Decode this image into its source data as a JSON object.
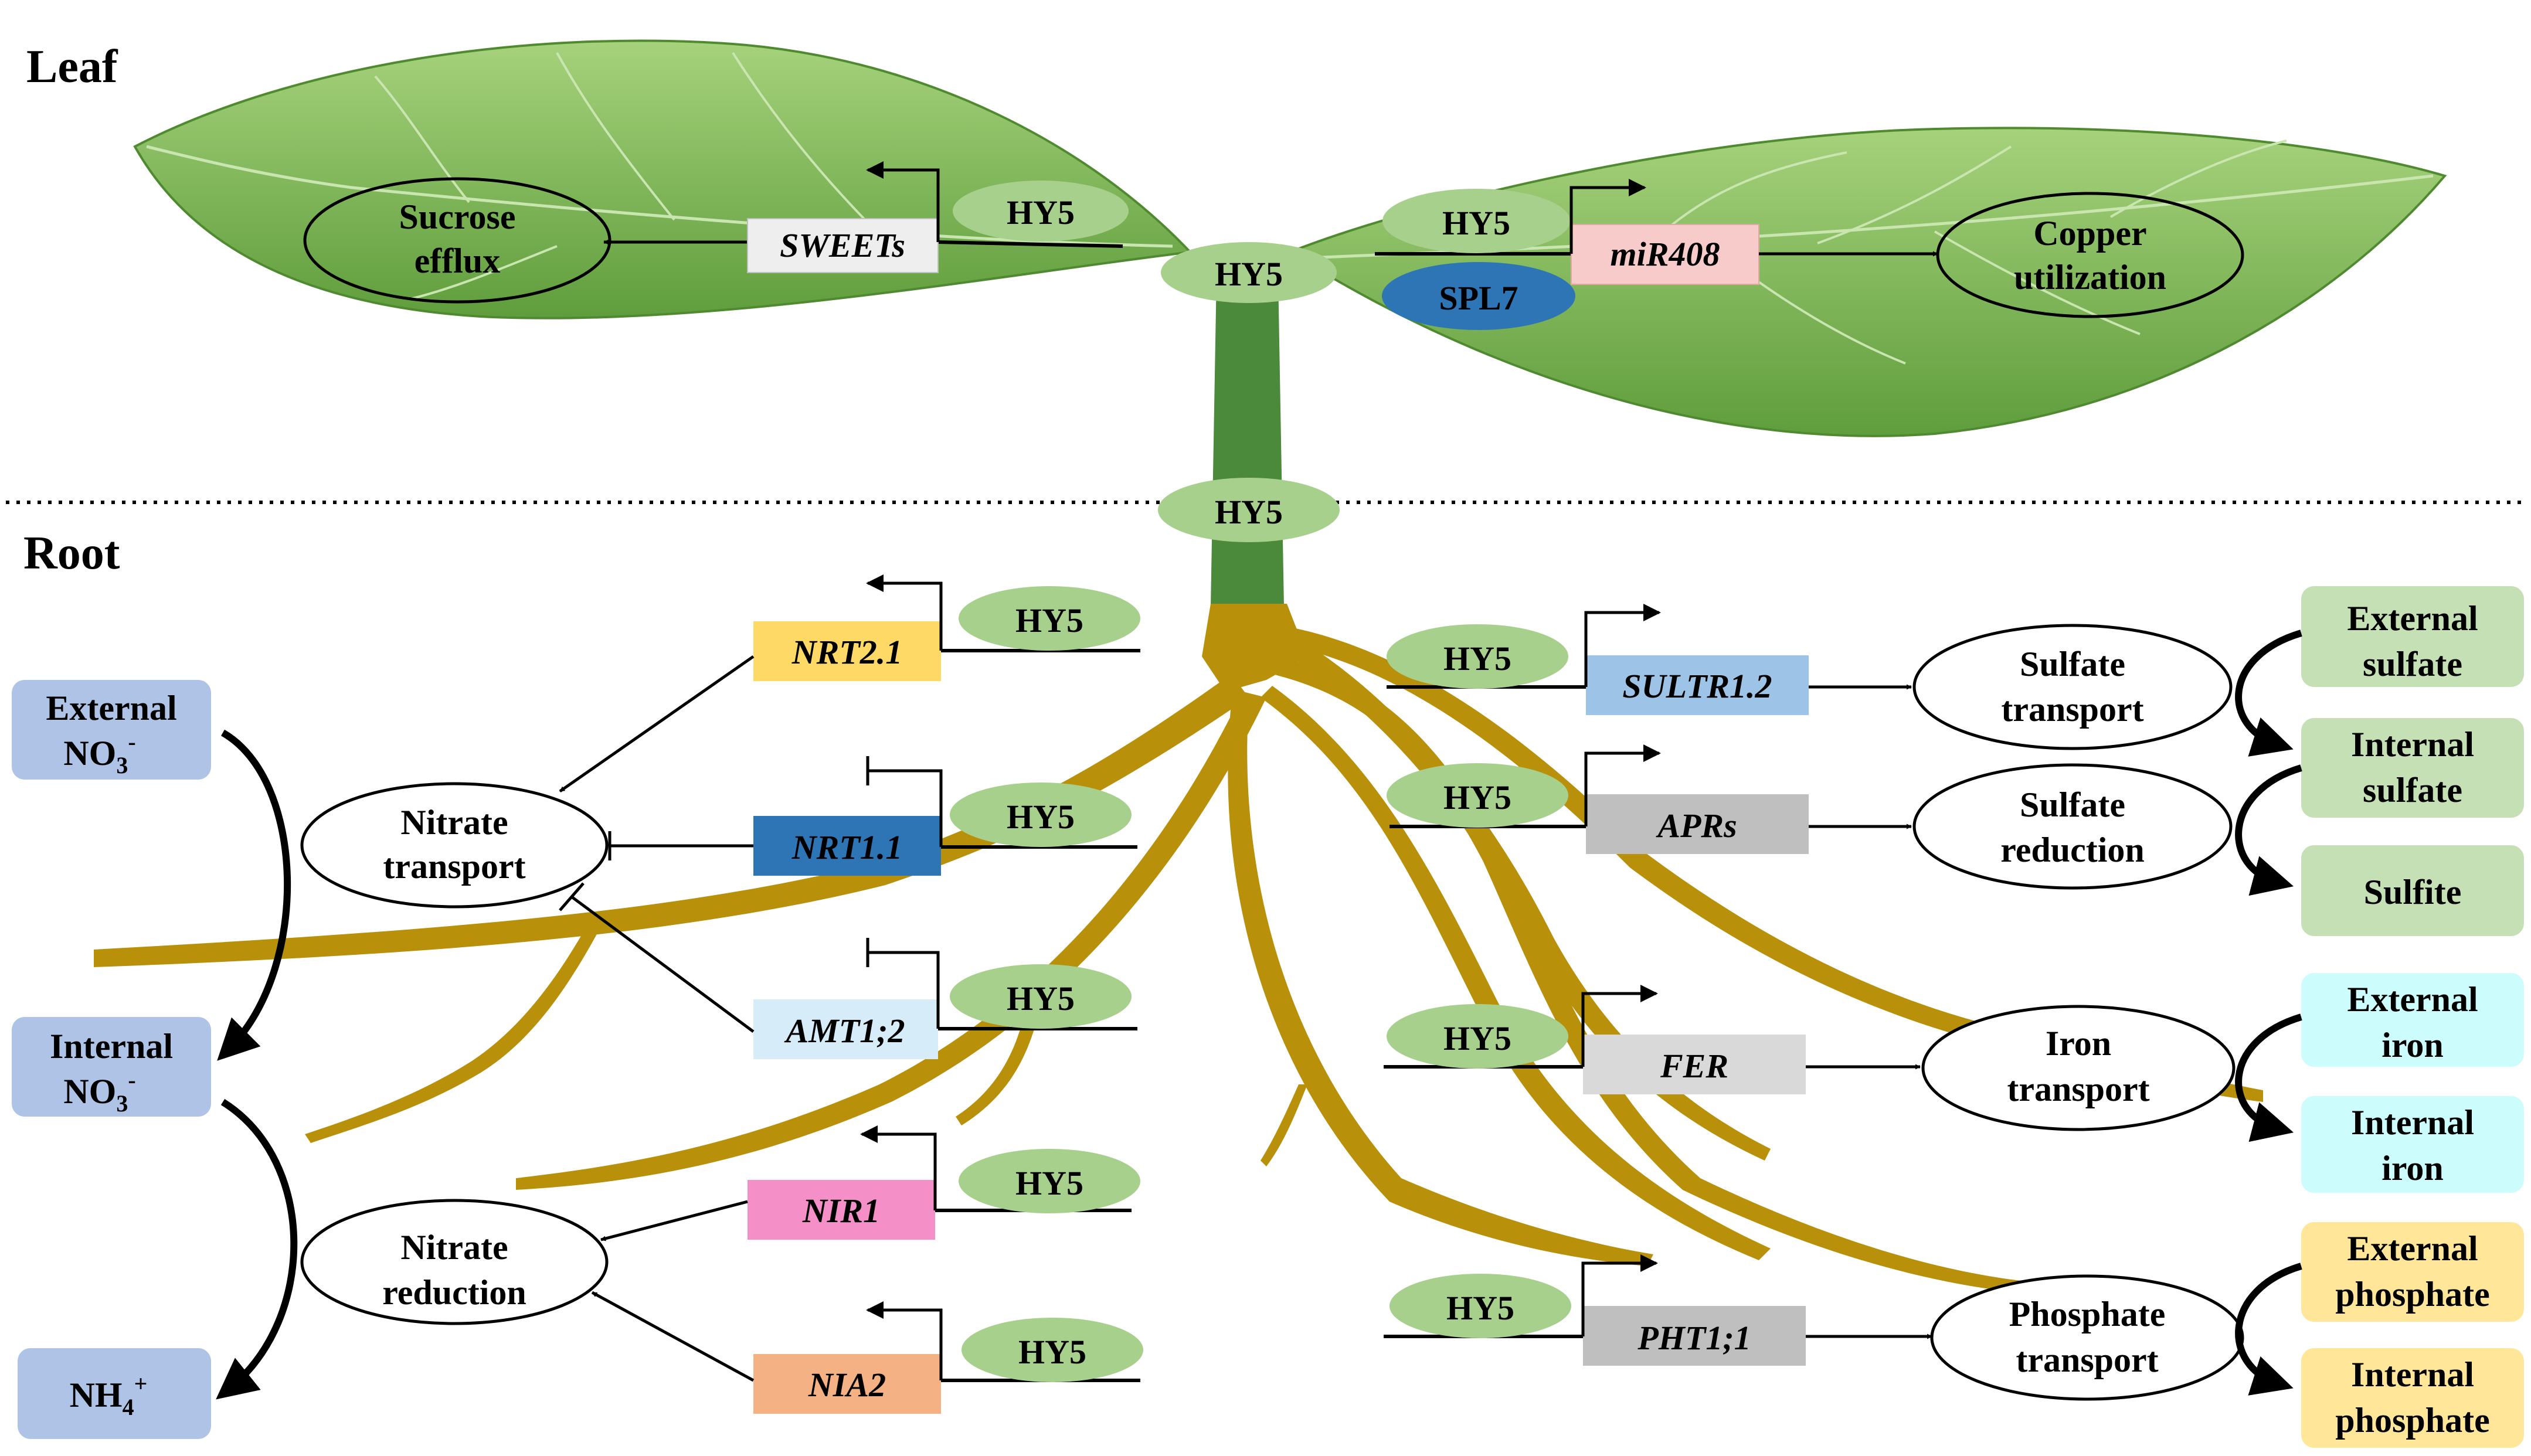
{
  "sections": {
    "leaf": "Leaf",
    "root": "Root"
  },
  "regulator": "HY5",
  "partner": "SPL7",
  "genes": {
    "sweets": "SWEETs",
    "mir408": "miR408",
    "nrt21": "NRT2.1",
    "nrt11": "NRT1.1",
    "amt12": "AMT1;2",
    "nir1": "NIR1",
    "nia2": "NIA2",
    "sultr12": "SULTR1.2",
    "aprs": "APRs",
    "fer": "FER",
    "pht11": "PHT1;1"
  },
  "processes": {
    "sucrose": [
      "Sucrose",
      "efflux"
    ],
    "copper": [
      "Copper",
      "utilization"
    ],
    "nitrate_transport": [
      "Nitrate",
      "transport"
    ],
    "nitrate_reduction": [
      "Nitrate",
      "reduction"
    ],
    "sulfate_transport": [
      "Sulfate",
      "transport"
    ],
    "sulfate_reduction": [
      "Sulfate",
      "reduction"
    ],
    "iron_transport": [
      "Iron",
      "transport"
    ],
    "phosphate_transport": [
      "Phosphate",
      "transport"
    ]
  },
  "pools": {
    "ext_no3": [
      "External",
      "NO",
      "3",
      "-"
    ],
    "int_no3": [
      "Internal",
      "NO",
      "3",
      "-"
    ],
    "nh4": [
      "NH",
      "4",
      "+"
    ],
    "ext_sulfate": [
      "External",
      "sulfate"
    ],
    "int_sulfate": [
      "Internal",
      "sulfate"
    ],
    "sulfite": [
      "Sulfite"
    ],
    "ext_iron": [
      "External",
      "iron"
    ],
    "int_iron": [
      "Internal",
      "iron"
    ],
    "ext_phosphate": [
      "External",
      "phosphate"
    ],
    "int_phosphate": [
      "Internal",
      "phosphate"
    ]
  },
  "colors": {
    "leaf_fill": "#7ab84e",
    "stem": "#4a8a3a",
    "root": "#b8900a",
    "hy5_fill": "#a8d08d",
    "spl7_fill": "#2e75b6",
    "nitrogen_box": "#aec3e6",
    "sulfur_box": "#c5e0b4",
    "iron_box": "#ccfcfc",
    "phosphate_box": "#ffe699",
    "sweets_box": "#eeeeee",
    "mir408_box": "#f8cbcb",
    "nrt21_box": "#ffd966",
    "nrt11_box": "#2e75b6",
    "amt12_box": "#d6ecf8",
    "nir1_box": "#f48fc8",
    "nia2_box": "#f4b183",
    "sultr12_box": "#9dc3e6",
    "aprs_box": "#bfbfbf",
    "fer_box": "#d9d9d9",
    "pht11_box": "#bfbfbf"
  }
}
